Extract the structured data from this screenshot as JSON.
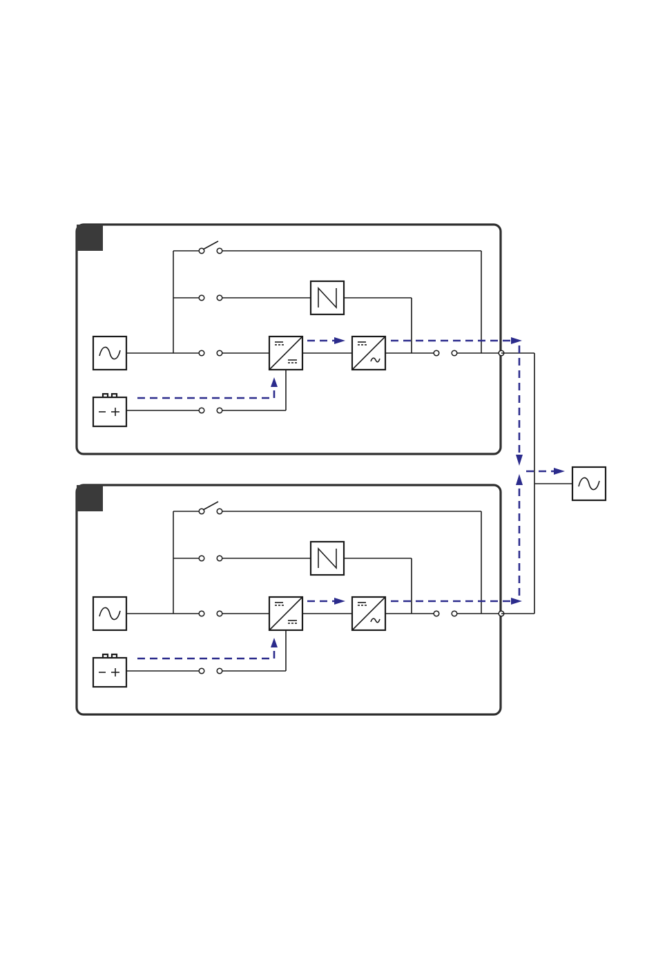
{
  "diagram": {
    "kind": "parallel-ups-power-flow",
    "modules": [
      {
        "id": "ups-1",
        "badge": "",
        "mode": "battery"
      },
      {
        "id": "ups-2",
        "badge": "",
        "mode": "battery"
      }
    ],
    "components": {
      "input_source": "ac-sine-icon",
      "battery": "battery-icon",
      "rectifier": "ac-dc-converter-icon",
      "inverter": "dc-ac-converter-icon",
      "static_switch": "static-bypass-icon",
      "manual_bypass": "manual-bypass-switch-icon",
      "load": "ac-load-icon"
    },
    "colors": {
      "wire": "#1a1a1a",
      "frame": "#2e2e2e",
      "badge": "#3a3a3a",
      "power_flow": "#2b2b8c"
    }
  }
}
